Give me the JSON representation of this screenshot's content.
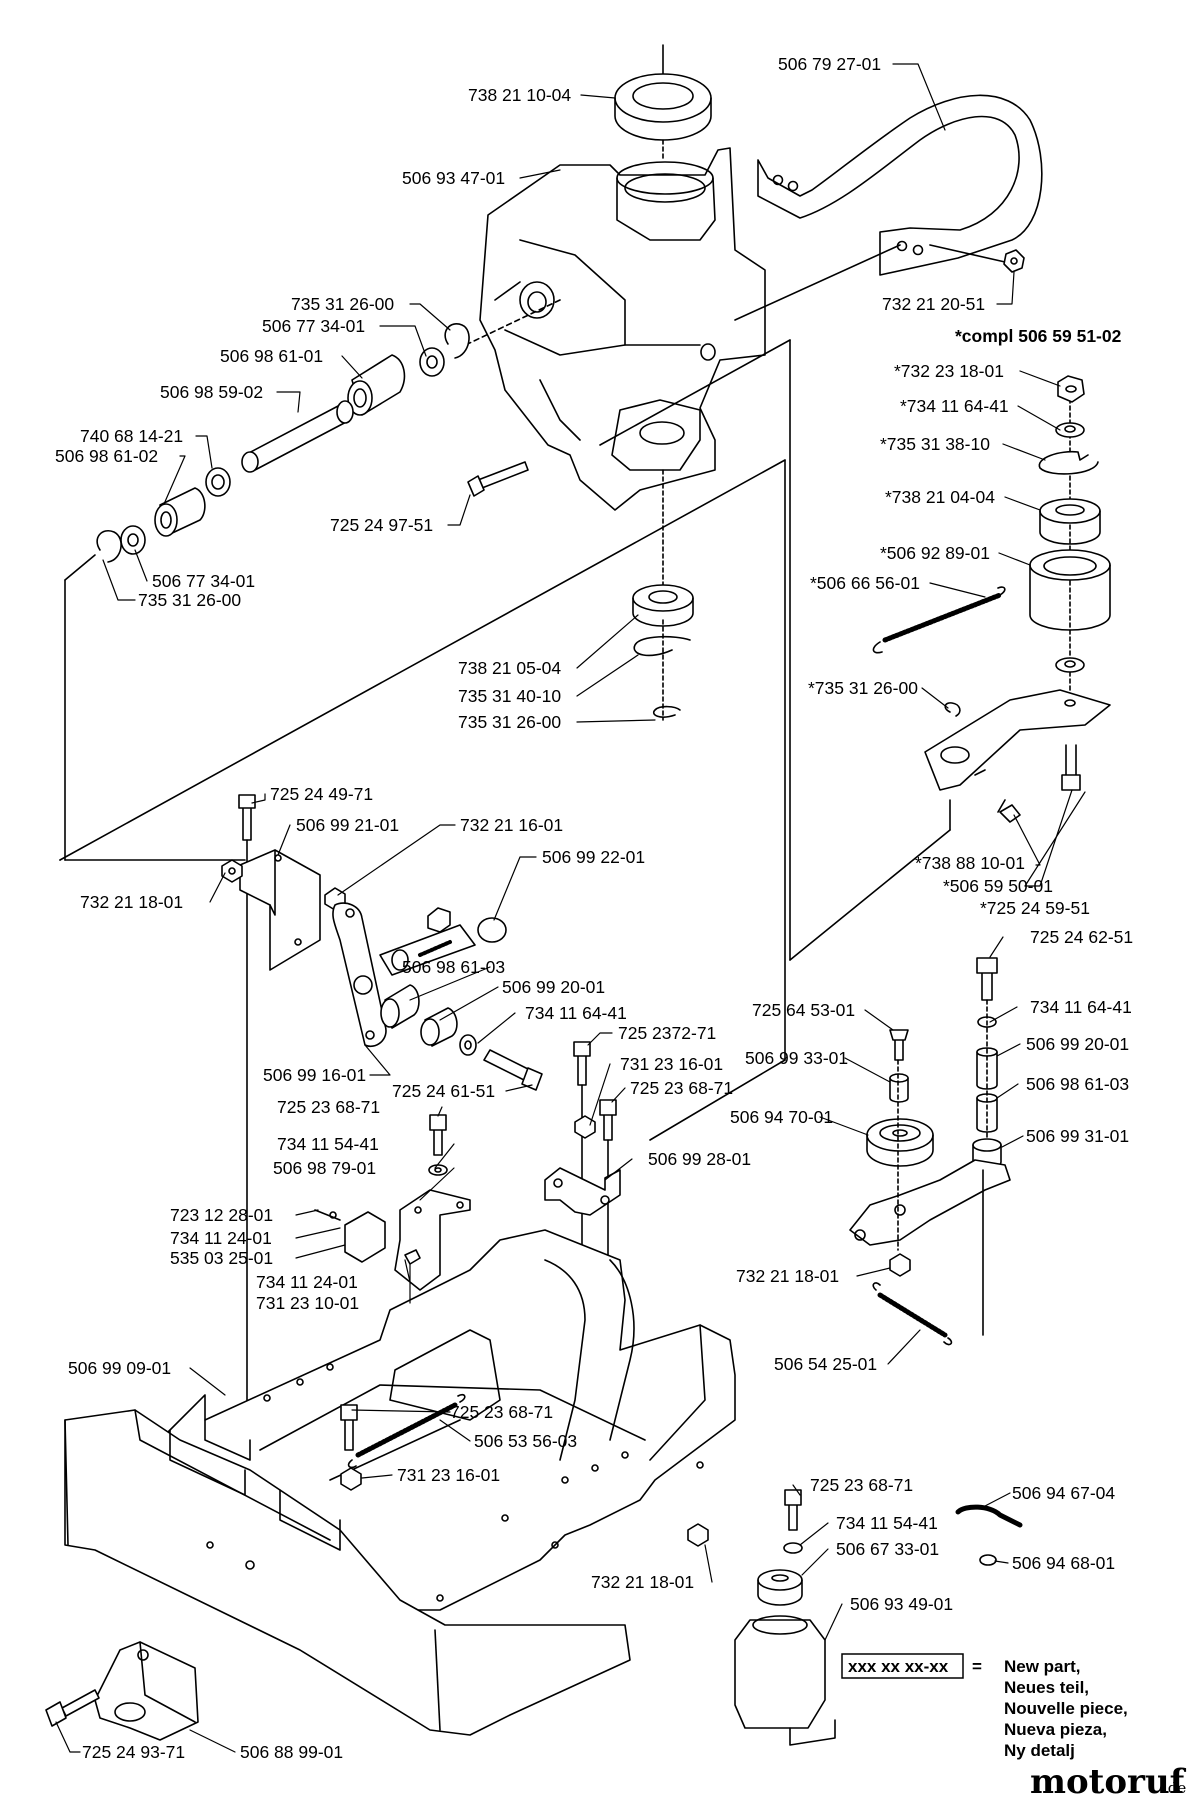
{
  "diagram": {
    "labels": {
      "l1": "738 21 10-04",
      "l2": "506 79 27-01",
      "l3": "506 93 47-01",
      "l4": "732 21 20-51",
      "l5": "*compl 506 59 51-02",
      "l6": "735 31 26-00",
      "l7": "506 77 34-01",
      "l8": "506 98 61-01",
      "l9": "506 98 59-02",
      "l10": "740 68 14-21",
      "l11": "506 98 61-02",
      "l12": "*732 23 18-01",
      "l13": "*734 11 64-41",
      "l14": "*735 31 38-10",
      "l15": "*738 21 04-04",
      "l16": "*506 92 89-01",
      "l17": "*506 66 56-01",
      "l18": "725 24 97-51",
      "l19": "506 77 34-01",
      "l20": "735 31 26-00",
      "l21": "738 21 05-04",
      "l22": "735 31 40-10",
      "l23": "735 31 26-00",
      "l24": "*735 31 26-00",
      "l25": "725 24 49-71",
      "l26": "506 99 21-01",
      "l27": "732 21 16-01",
      "l28": "506 99 22-01",
      "l29": "*738 88 10-01",
      "l30": "*506 59 50-01",
      "l31": "*725 24 59-51",
      "l32": "732 21 18-01",
      "l33": "506 98 61-03",
      "l34": "725 24 62-51",
      "l35": "506 99 20-01",
      "l36": "734 11 64-41",
      "l37": "725 2372-71",
      "l38": "725 64 53-01",
      "l39": "734 11 64-41",
      "l40": "731 23 16-01",
      "l41": "506 99 33-01",
      "l42": "506 99 20-01",
      "l43": "506 99 16-01",
      "l44": "725 24 61-51",
      "l45": "725 23 68-71",
      "l46": "506 98 61-03",
      "l47": "725 23 68-71",
      "l48": "506 94 70-01",
      "l49": "734 11 54-41",
      "l50": "506 99 28-01",
      "l51": "506 99 31-01",
      "l52": "506 98 79-01",
      "l53": "723 12 28-01",
      "l54": "734 11 24-01",
      "l55": "535 03 25-01",
      "l56": "734 11 24-01",
      "l57": "732 21 18-01",
      "l58": "731 23 10-01",
      "l59": "506 99 09-01",
      "l60": "506 54 25-01",
      "l61": "725 23 68-71",
      "l62": "506 53 56-03",
      "l63": "731 23 16-01",
      "l64": "725 23 68-71",
      "l65": "506 94 67-04",
      "l66": "734 11 54-41",
      "l67": "506 67 33-01",
      "l68": "732 21 18-01",
      "l69": "506 94 68-01",
      "l70": "506 93 49-01",
      "l71": "725 24 93-71",
      "l72": "506 88 99-01"
    },
    "legend": {
      "box": "xxx xx xx-xx",
      "equals": "=",
      "lines": [
        "New part,",
        "Neues teil,",
        "Nouvelle piece,",
        "Nueva pieza,",
        "Ny detalj"
      ]
    },
    "watermark": {
      "main": "motoruf",
      "suffix": ".de"
    }
  }
}
